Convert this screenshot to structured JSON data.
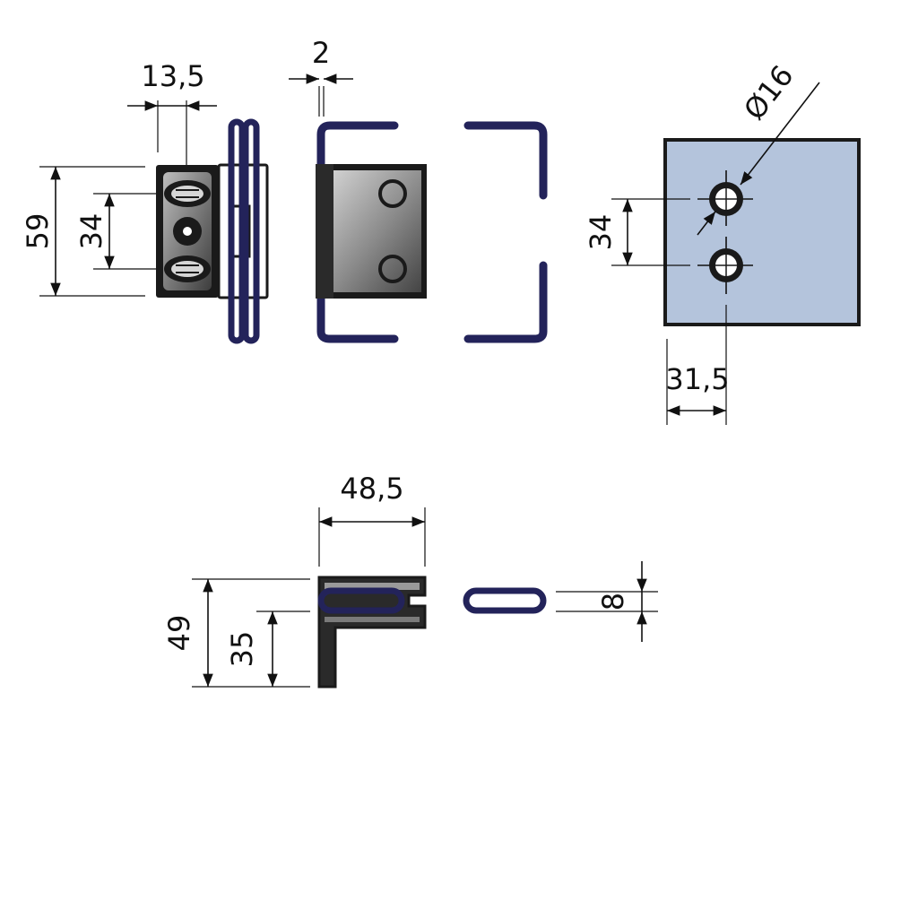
{
  "drawing": {
    "dimensions": {
      "width_13_5": "13,5",
      "gap_2": "2",
      "height_59": "59",
      "height_34_left": "34",
      "diameter_16": "Ø16",
      "spacing_34_right": "34",
      "offset_31_5": "31,5",
      "width_48_5": "48,5",
      "height_49": "49",
      "height_35": "35",
      "thickness_8": "8"
    },
    "colors": {
      "outline": "#1a1a1a",
      "glass": "#23235a",
      "plate_fill": "#b4c4dc",
      "metal_light": "#cfcfcf",
      "metal_dark": "#3a3a3a"
    }
  }
}
